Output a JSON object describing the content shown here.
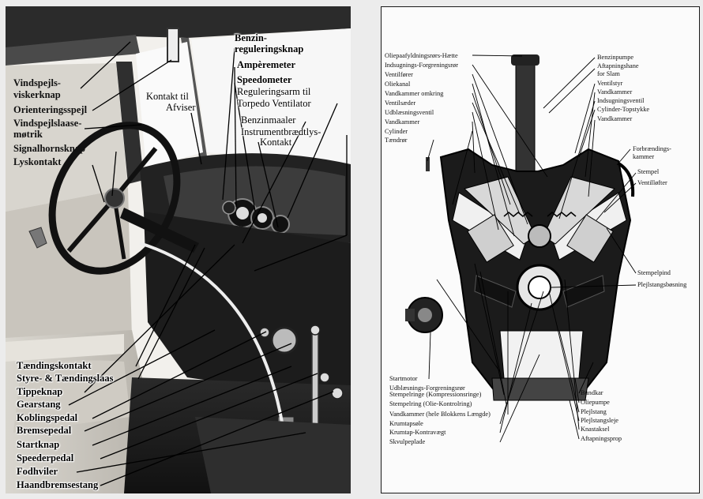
{
  "left_figure": {
    "labels": [
      "Benzin-",
      "reguleringsknap",
      "Ampèremeter",
      "Speedometer",
      "Reguleringsarm til",
      "Torpedo Ventilator",
      "Benzinmaaler",
      "Instrumentbrædtlys-",
      "Kontakt",
      "Kontakt til",
      "Afviser",
      "Vindspejls-",
      "viskerknap",
      "Orienteringsspejl",
      "Vindspejlslaase-",
      "møtrik",
      "Signalhornsknap",
      "Lyskontakt",
      "Tændingskontakt",
      "Styre- & Tændingslaas",
      "Tippeknap",
      "Gearstang",
      "Koblingspedal",
      "Bremsepedal",
      "Startknap",
      "Speederpedal",
      "Fodhviler",
      "Haandbremsestang"
    ]
  },
  "right_figure": {
    "labels": [
      "Oliepaafyldningsrørs-Hætte",
      "Indsugnings-Forgreningsrør",
      "Ventilfører",
      "Oliekanal",
      "Vandkammer omkring",
      "Ventilsæder",
      "Udblæsningsventil",
      "Vandkammer",
      "Cylinder",
      "Tændrør",
      "Benzinpumpe",
      "Aftapningshane",
      "for Slam",
      "Ventilstyr",
      "Vandkammer",
      "Indsugningsventil",
      "Cylinder-Topstykke",
      "Vandkammer",
      "Forbrændings-",
      "kammer",
      "Stempel",
      "Ventilløfter",
      "Stempelpind",
      "Plejlstangsbøsning",
      "Startmotor",
      "Udblæsnings-Forgreningsrør",
      "Stempelringe (Kompressionsringe)",
      "Stempelring (Olie-Kontrolring)",
      "Vandkammer (hele Blokkens Længde)",
      "Krumtapsøle",
      "Krumtap-Kontravægt",
      "Skvulpeplade",
      "Bundkar",
      "Oliepumpe",
      "Plejlstang",
      "Plejlstangsleje",
      "Knastaksel",
      "Aftapningsprop"
    ]
  }
}
